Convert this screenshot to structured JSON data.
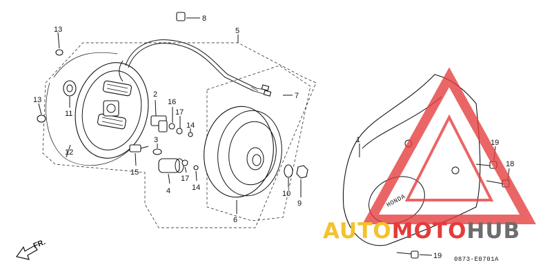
{
  "diagram": {
    "callouts": [
      "1",
      "2",
      "3",
      "4",
      "5",
      "6",
      "7",
      "8",
      "9",
      "10",
      "11",
      "12",
      "13",
      "13",
      "14",
      "14",
      "15",
      "16",
      "17",
      "17",
      "18",
      "19",
      "19"
    ],
    "direction_label": "FR.",
    "drawing_code": "0873-E0701A"
  },
  "watermark": {
    "text_part1": "AUTO",
    "text_part2": "MOTO",
    "text_part3": "HUB",
    "color_yellow": "#f3c22c",
    "color_red": "#e53b3b",
    "color_gray": "#6d6d6d"
  },
  "cover_emblem_text": "HONDA"
}
